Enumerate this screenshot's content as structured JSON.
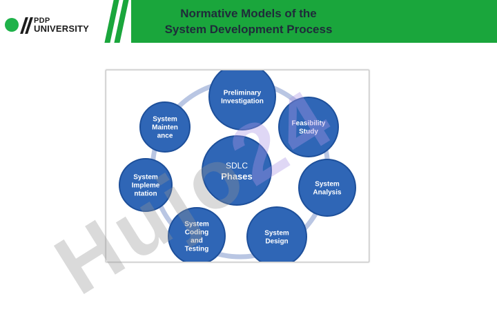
{
  "logo": {
    "line1": "PDP",
    "line2": "UNIVERSITY"
  },
  "slide": {
    "title_line1": "Normative Models of the",
    "title_line2": "System Development Process"
  },
  "diagram": {
    "center": {
      "line1": "SDLC",
      "line2": "Phases"
    },
    "phases": [
      {
        "id": "preliminary",
        "lines": [
          "Preliminary",
          "Investigation"
        ]
      },
      {
        "id": "feasibility",
        "lines": [
          "Feasibility",
          "Study"
        ]
      },
      {
        "id": "analysis",
        "lines": [
          "System",
          "Analysis"
        ]
      },
      {
        "id": "design",
        "lines": [
          "System",
          "Design"
        ]
      },
      {
        "id": "coding",
        "lines": [
          "System",
          "Coding",
          "and",
          "Testing"
        ]
      },
      {
        "id": "implementation",
        "lines": [
          "System",
          "Impleme",
          "ntation"
        ]
      },
      {
        "id": "maintenance",
        "lines": [
          "System",
          "Mainten",
          "ance"
        ]
      }
    ],
    "colors": {
      "node_fill": "#2f66b6",
      "node_stroke": "#1d4f9a",
      "ring": "#b9c6e3",
      "text": "#ffffff"
    }
  },
  "watermark": {
    "text": "Hujo",
    "number": "24"
  },
  "colors": {
    "brand_green": "#1aa63c",
    "title_text": "#1f2b3a"
  }
}
